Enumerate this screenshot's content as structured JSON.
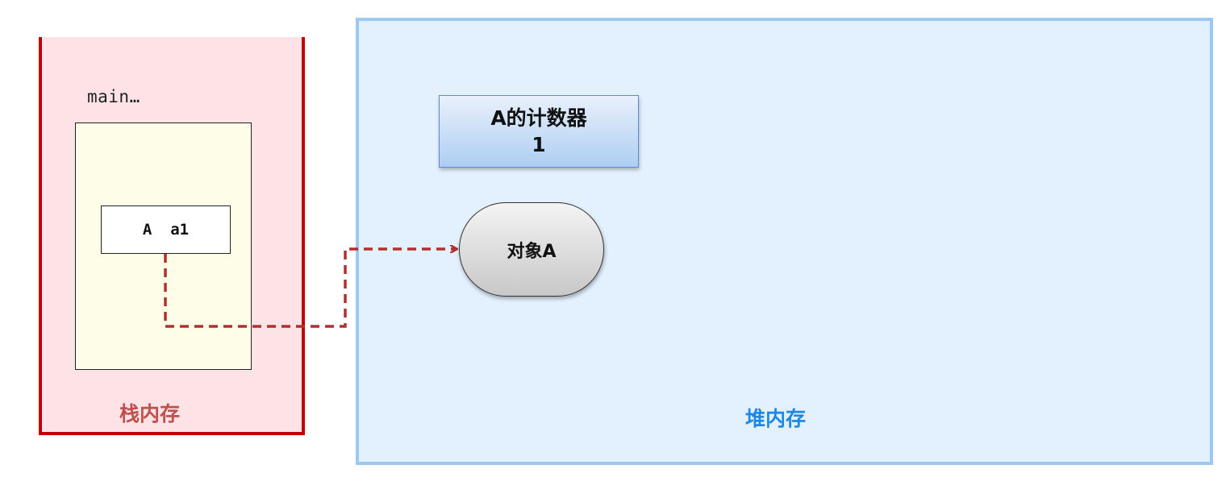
{
  "stack": {
    "frame_label": "main…",
    "variable_label": "A  a1",
    "caption": "栈内存",
    "color": "#c00000",
    "caption_color": "#c0504d"
  },
  "heap": {
    "caption": "堆内存",
    "color": "#9cc8f2",
    "caption_color": "#1e88e5",
    "counter": {
      "title": "A的计数器",
      "value": "1"
    },
    "object_label": "对象A"
  },
  "reference_arrow": {
    "color": "#b03030",
    "style": "dashed"
  }
}
